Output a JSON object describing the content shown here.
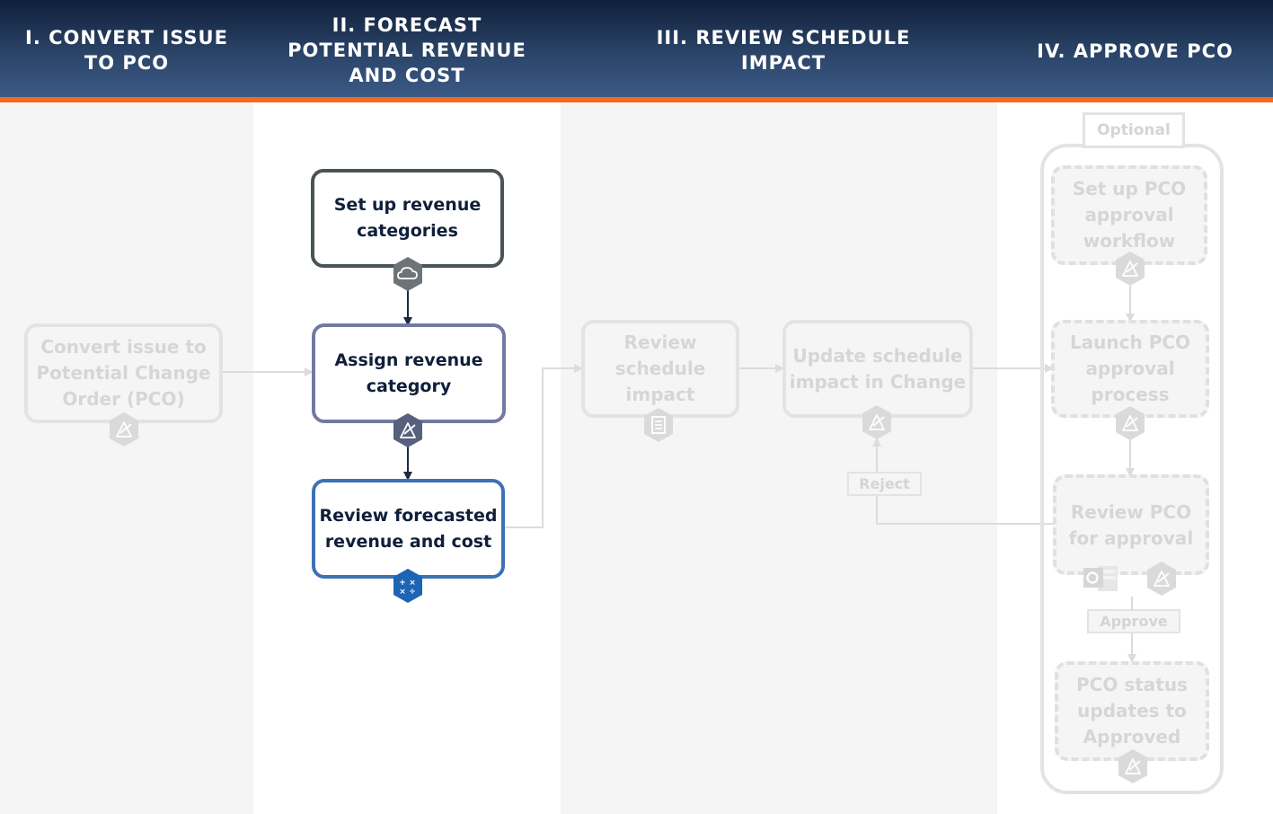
{
  "phases": [
    {
      "title": "I. CONVERT ISSUE\nTO PCO"
    },
    {
      "title": "II. FORECAST\nPOTENTIAL REVENUE\nAND COST"
    },
    {
      "title": "III. REVIEW SCHEDULE\nIMPACT"
    },
    {
      "title": "IV. APPROVE PCO"
    }
  ],
  "nodes": {
    "convert_issue": "Convert issue to Potential Change Order (PCO)",
    "setup_revenue": "Set up revenue categories",
    "assign_revenue": "Assign revenue category",
    "review_forecast": "Review forecasted revenue and cost",
    "review_schedule": "Review schedule impact",
    "update_schedule": "Update schedule impact in Change",
    "setup_pco_workflow": "Set up PCO approval workflow",
    "launch_pco_process": "Launch PCO approval process",
    "review_pco": "Review PCO for approval",
    "pco_approved": "PCO status updates to Approved"
  },
  "labels": {
    "optional": "Optional",
    "reject": "Reject",
    "approve": "Approve"
  },
  "colors": {
    "header_top": "#0f1f3a",
    "header_bottom": "#3b5a86",
    "accent_orange": "#f26a21",
    "lane_gray": "#f5f5f5",
    "node_border_1": "#4a5358",
    "node_border_2": "#7379a3",
    "node_border_3": "#3d72b4",
    "dim_gray": "#e3e3e3"
  },
  "icons": {
    "setup_revenue": "cloud-icon",
    "assign_revenue": "change-icon",
    "review_forecast": "calculator-icon",
    "convert_issue": "change-icon",
    "review_schedule": "document-icon",
    "update_schedule": "change-icon",
    "setup_pco_workflow": "change-icon",
    "launch_pco_process": "change-icon",
    "review_pco_outlook": "outlook-icon",
    "review_pco": "change-icon",
    "pco_approved": "change-icon"
  }
}
